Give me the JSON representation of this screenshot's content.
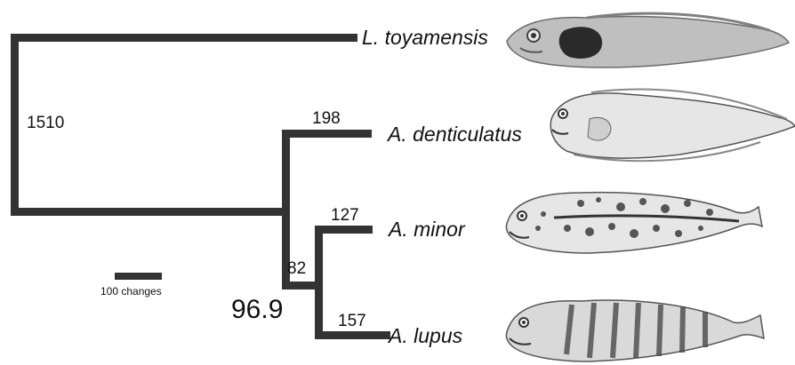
{
  "colors": {
    "branch": "#333333",
    "text": "#111111",
    "fish_light": "#d9d9d9",
    "fish_dark": "#4a4a4a"
  },
  "tree": {
    "taxa": [
      "L. toyamensis",
      "A. denticulatus",
      "A. minor",
      "A. lupus"
    ],
    "branch_lengths": {
      "L_toyamensis_root": "1510",
      "A_denticulatus": "198",
      "A_minor": "127",
      "A_lupus": "157",
      "internal": "82"
    },
    "support": "96.9",
    "scale_bar": {
      "label": "100 changes",
      "changes": 100
    }
  },
  "illustrations": [
    {
      "name": "L. toyamensis",
      "style": "photo"
    },
    {
      "name": "A. denticulatus",
      "style": "drawing"
    },
    {
      "name": "A. minor",
      "style": "spotted-drawing"
    },
    {
      "name": "A. lupus",
      "style": "banded-drawing"
    }
  ]
}
